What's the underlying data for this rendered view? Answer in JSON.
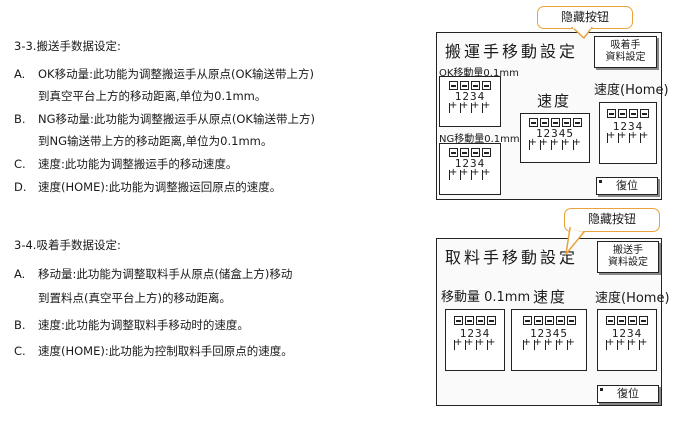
{
  "section1": {
    "heading": "3-3.搬送手数据设定:",
    "items": [
      {
        "marker": "A.",
        "lines": [
          "OK移动量:此功能为调整搬运手从原点(OK输送带上方)",
          "到真空平台上方的移动距离,单位为0.1mm。"
        ]
      },
      {
        "marker": "B.",
        "lines": [
          "NG移动量:此功能为调整搬运手从原点(OK输送带上方)",
          "到NG输送带上方的移动距离,单位为0.1mm。"
        ]
      },
      {
        "marker": "C.",
        "lines": [
          "速度:此功能为调整搬运手的移动速度。"
        ]
      },
      {
        "marker": "D.",
        "lines": [
          "速度(HOME):此功能为调整搬运回原点的速度。"
        ]
      }
    ]
  },
  "section2": {
    "heading": "3-4.吸着手数据设定:",
    "items": [
      {
        "marker": "A.",
        "lines": [
          "移动量:此功能为调整取料手从原点(储盒上方)移动",
          "到置料点(真空平台上方)的移动距离。"
        ]
      },
      {
        "marker": "B.",
        "lines": [
          "速度:此功能为调整取料手移动时的速度。"
        ]
      },
      {
        "marker": "C.",
        "lines": [
          "速度(HOME):此功能为控制取料手回原点的速度。"
        ]
      }
    ]
  },
  "panel1": {
    "title": "搬運手移動設定",
    "nav_button": [
      "吸着手",
      "資料設定"
    ],
    "ok_label": "OK移動量0.1mm",
    "ng_label": "NG移動量0.1mm",
    "speed_label": "速度",
    "home_label": "速度(Home)",
    "reset": "復位",
    "digits4": "1234",
    "digits5": "12345"
  },
  "panel2": {
    "title": "取料手移動設定",
    "nav_button": [
      "搬送手",
      "資料設定"
    ],
    "move_label": "移動量 0.1mm",
    "speed_label": "速度",
    "home_label": "速度(Home)",
    "reset": "復位",
    "digits4": "1234",
    "digits5": "12345"
  },
  "callouts": {
    "top": "隐藏按钮",
    "bottom": "隐藏按钮"
  },
  "colors": {
    "callout_border": "#e8a33a"
  }
}
